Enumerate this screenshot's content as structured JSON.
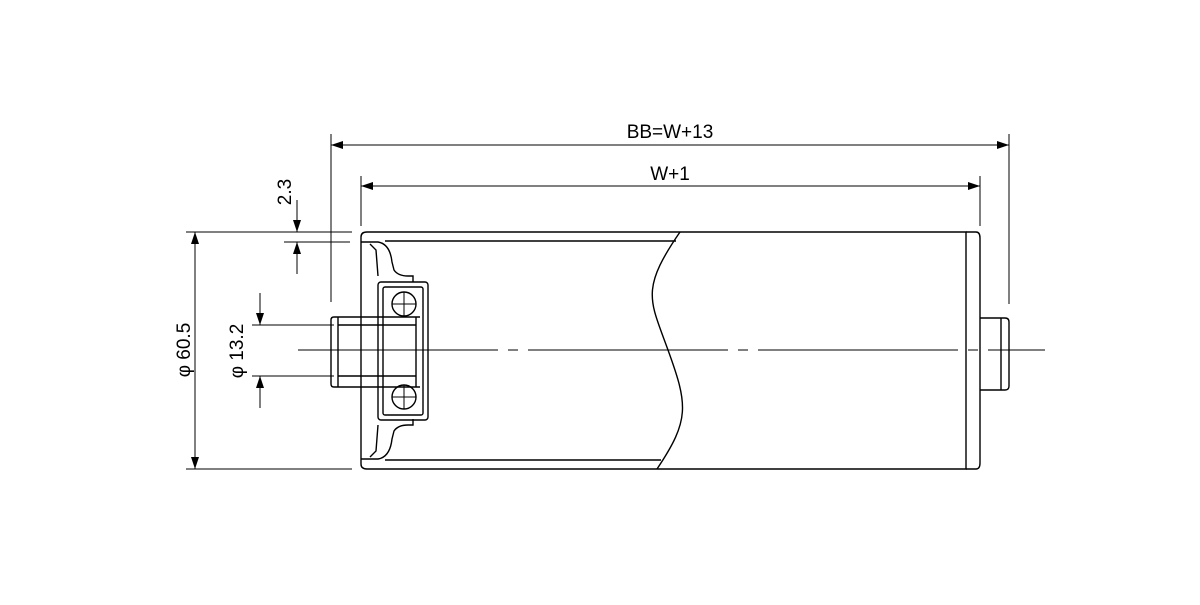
{
  "dimensions": {
    "overall_length": "BB=W+13",
    "tube_length": "W+1",
    "wall_thickness": "2.3",
    "tube_diameter": "φ 60.5",
    "shaft_diameter": "φ 13.2"
  }
}
